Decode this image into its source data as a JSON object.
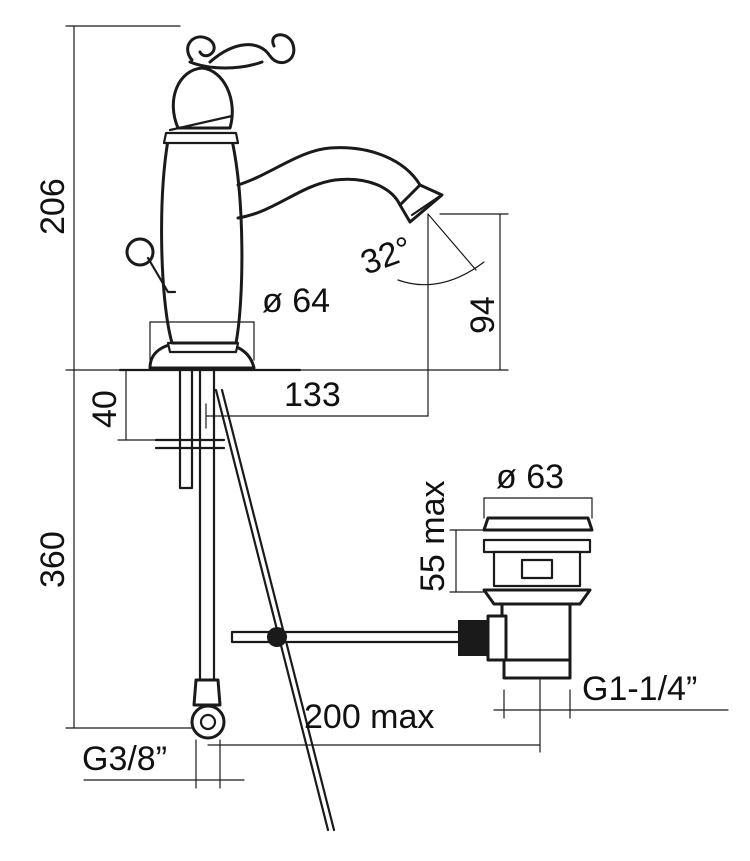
{
  "dimensions": {
    "total_height": "206",
    "spout_height": "94",
    "spout_angle": "32°",
    "body_diameter": "ø 64",
    "spout_reach": "133",
    "deck_thickness": "40",
    "hose_length": "360",
    "drain_diameter": "ø 63",
    "drain_height": "55 max",
    "rod_length": "200 max",
    "inlet_thread": "G3/8”",
    "drain_thread": "G1-1/4”"
  },
  "colors": {
    "ink": "#1a1a1a",
    "background": "#ffffff"
  }
}
